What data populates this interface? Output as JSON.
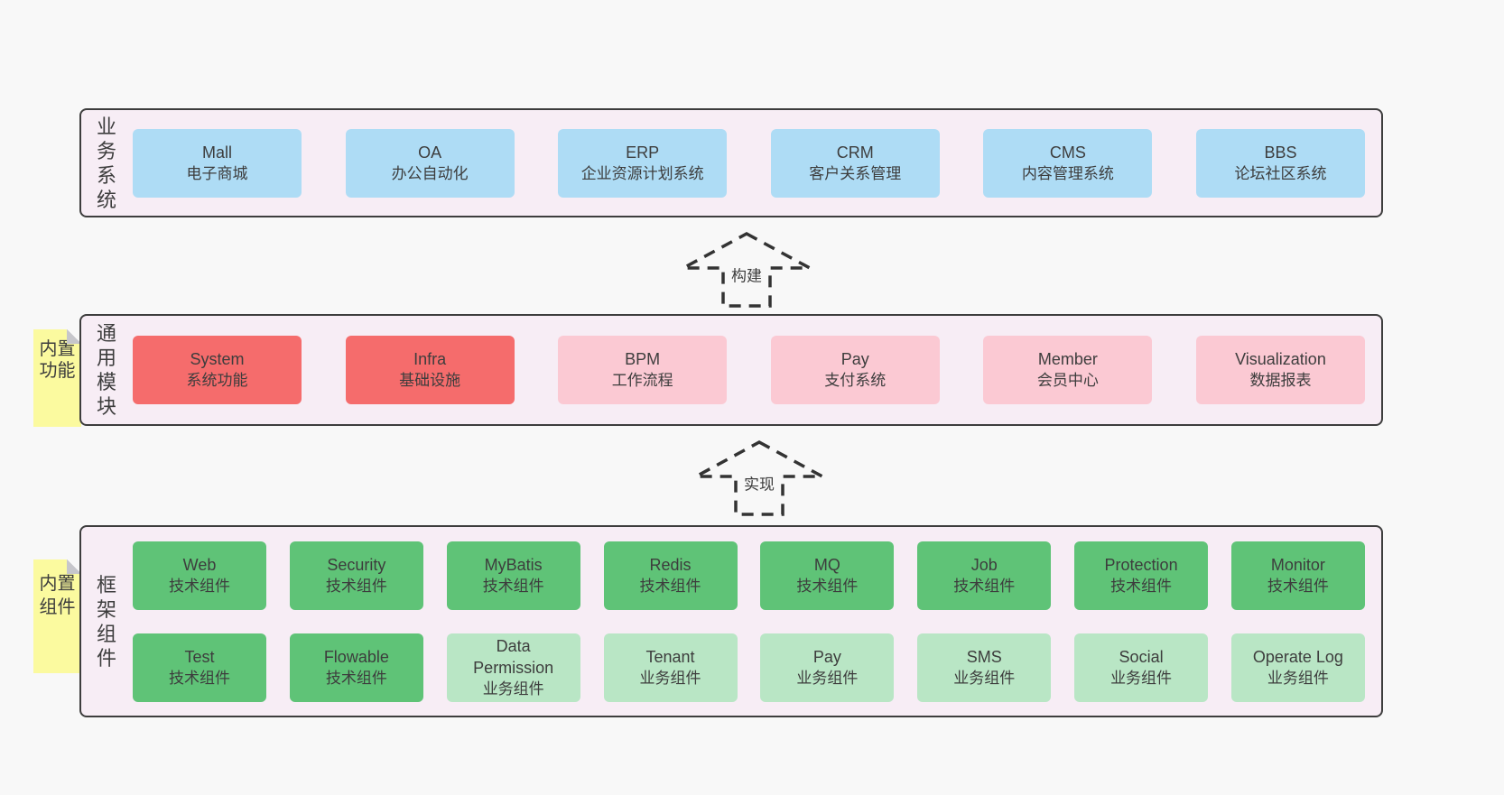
{
  "colors": {
    "page_bg": "#f8f8f8",
    "container_bg": "#f7edf5",
    "container_border": "#3d3d3d",
    "blue": "#aedcf5",
    "red": "#f56c6c",
    "pink": "#fbc9d3",
    "green": "#5fc377",
    "lightgreen": "#b9e6c5",
    "note_yellow": "#fbfa9f",
    "text": "#3d3d3d"
  },
  "layers": [
    {
      "id": "business-systems",
      "label": "业务系统",
      "note": null,
      "rows": [
        [
          {
            "name": "Mall",
            "desc": "电子商城",
            "variant": "blue"
          },
          {
            "name": "OA",
            "desc": "办公自动化",
            "variant": "blue"
          },
          {
            "name": "ERP",
            "desc": "企业资源计划系统",
            "variant": "blue"
          },
          {
            "name": "CRM",
            "desc": "客户关系管理",
            "variant": "blue"
          },
          {
            "name": "CMS",
            "desc": "内容管理系统",
            "variant": "blue"
          },
          {
            "name": "BBS",
            "desc": "论坛社区系统",
            "variant": "blue"
          }
        ]
      ]
    },
    {
      "id": "common-modules",
      "label": "通用模块",
      "note": "内置功能",
      "rows": [
        [
          {
            "name": "System",
            "desc": "系统功能",
            "variant": "red"
          },
          {
            "name": "Infra",
            "desc": "基础设施",
            "variant": "red"
          },
          {
            "name": "BPM",
            "desc": "工作流程",
            "variant": "pink"
          },
          {
            "name": "Pay",
            "desc": "支付系统",
            "variant": "pink"
          },
          {
            "name": "Member",
            "desc": "会员中心",
            "variant": "pink"
          },
          {
            "name": "Visualization",
            "desc": "数据报表",
            "variant": "pink"
          }
        ]
      ]
    },
    {
      "id": "framework-components",
      "label": "框架组件",
      "note": "内置组件",
      "rows": [
        [
          {
            "name": "Web",
            "desc": "技术组件",
            "variant": "green"
          },
          {
            "name": "Security",
            "desc": "技术组件",
            "variant": "green"
          },
          {
            "name": "MyBatis",
            "desc": "技术组件",
            "variant": "green"
          },
          {
            "name": "Redis",
            "desc": "技术组件",
            "variant": "green"
          },
          {
            "name": "MQ",
            "desc": "技术组件",
            "variant": "green"
          },
          {
            "name": "Job",
            "desc": "技术组件",
            "variant": "green"
          },
          {
            "name": "Protection",
            "desc": "技术组件",
            "variant": "green"
          },
          {
            "name": "Monitor",
            "desc": "技术组件",
            "variant": "green"
          }
        ],
        [
          {
            "name": "Test",
            "desc": "技术组件",
            "variant": "green"
          },
          {
            "name": "Flowable",
            "desc": "技术组件",
            "variant": "green"
          },
          {
            "name": "Data\nPermission",
            "desc": "业务组件",
            "variant": "lightgreen"
          },
          {
            "name": "Tenant",
            "desc": "业务组件",
            "variant": "lightgreen"
          },
          {
            "name": "Pay",
            "desc": "业务组件",
            "variant": "lightgreen"
          },
          {
            "name": "SMS",
            "desc": "业务组件",
            "variant": "lightgreen"
          },
          {
            "name": "Social",
            "desc": "业务组件",
            "variant": "lightgreen"
          },
          {
            "name": "Operate Log",
            "desc": "业务组件",
            "variant": "lightgreen"
          }
        ]
      ]
    }
  ],
  "arrows": [
    {
      "label": "构建"
    },
    {
      "label": "实现"
    }
  ]
}
